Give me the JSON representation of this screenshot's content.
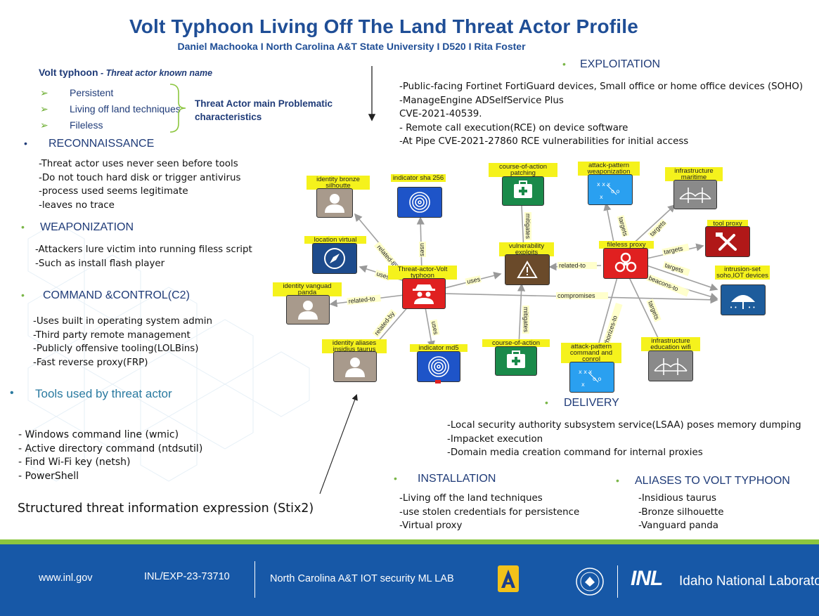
{
  "header": {
    "title": "Volt Typhoon Living Off The Land Threat Actor Profile",
    "subtitle": "Daniel Machooka I North Carolina A&T State University I D520 I Rita Foster"
  },
  "actor": {
    "name": "Volt typhoon",
    "name_suffix": " - Threat actor known name",
    "traits": [
      "Persistent",
      "Living off land techniques",
      "Fileless"
    ],
    "traits_label": "Threat Actor main Problematic characteristics"
  },
  "reconnaissance": {
    "heading": "RECONNAISSANCE",
    "lines": [
      "-Threat actor uses never seen before tools",
      "-Do not touch hard disk or trigger antivirus",
      "-process used seems legitimate",
      "-leaves no trace"
    ]
  },
  "weaponization": {
    "heading": "WEAPONIZATION",
    "lines": [
      "-Attackers lure victim into running filess script",
      "-Such as install flash player"
    ]
  },
  "c2": {
    "heading": "COMMAND &CONTROL(C2)",
    "lines": [
      "-Uses built in operating system admin",
      "-Third party remote management",
      "-Publicly offensive tooling(LOLBins)",
      "-Fast reverse proxy(FRP)"
    ]
  },
  "tools": {
    "heading": "Tools used by threat actor",
    "lines": [
      "- Windows command line (wmic)",
      "- Active directory command (ntdsutil)",
      "- Find Wi-Fi key (netsh)",
      "- PowerShell"
    ]
  },
  "stix_caption": "Structured threat information expression (Stix2)",
  "exploitation": {
    "heading": "EXPLOITATION",
    "lines": [
      "-Public-facing Fortinet FortiGuard devices, Small office or home office devices (SOHO)",
      "-ManageEngine ADSelfService Plus",
      "CVE-2021-40539.",
      "- Remote call execution(RCE) on device software",
      "-At Pipe CVE-2021-27860 RCE vulnerabilities for initial access"
    ]
  },
  "delivery": {
    "heading": "DELIVERY",
    "lines": [
      "-Local security authority subsystem service(LSAA) poses memory dumping",
      "-Impacket execution",
      "-Domain media creation command for internal proxies"
    ]
  },
  "installation": {
    "heading": "INSTALLATION",
    "lines": [
      "-Living off the land techniques",
      "-use stolen credentials for persistence",
      "-Virtual proxy"
    ]
  },
  "aliases": {
    "heading": "ALIASES TO VOLT TYPHOON",
    "lines": [
      "-Insidious taurus",
      "-Bronze silhouette",
      "-Vanguard panda"
    ]
  },
  "graph": {
    "nodes": {
      "identity_bronze": "identity bronze silhoutte",
      "indicator_sha": "indicator sha 256",
      "location_virtual": "location virtual",
      "threat_actor": "Threat-actor-Volt typhoon",
      "identity_vanguard": "identity vanguad panda",
      "identity_aliases": "identity aliases insidius taurus",
      "indicator_md5": "indicator md5",
      "course_patching": "course-of-action patching",
      "vuln_exploits": "vulnerability exploits",
      "course_action": "course-of-action",
      "attack_weaponization": "attack-pattern weaponization",
      "fileless_proxy": "fileless proxy",
      "attack_c2": "attack-pattern command and conrol",
      "infra_maritime": "infrastructure maritime",
      "tool_proxy": "tool proxy",
      "intrusion_set": "intrusion-set soho,IOT devices",
      "infra_education": "infrastructure education wifi"
    },
    "edges": {
      "related_to_1": "related-to",
      "uses_sha": "uses",
      "uses_loc": "uses",
      "related_to_vanguard": "related-to",
      "related_by": "related-by",
      "uses_md5": "uses",
      "uses_vuln": "uses",
      "mitigates_1": "mitigates",
      "mitigates_2": "mitigates",
      "related_to_fp": "related-to",
      "compromises": "compromises",
      "targets_1": "targets",
      "targets_2": "targets",
      "targets_3": "targets",
      "targets_4": "targets",
      "targets_5": "targets",
      "beacons_to": "beacons-to",
      "authorizes_to": "authorizes-to"
    }
  },
  "footer": {
    "website": "www.inl.gov",
    "doc_id": "INL/EXP-23-73710",
    "lab": "North Carolina A&T IOT security ML LAB",
    "inl_logo": "INL",
    "inl_name": "Idaho National Laboratory"
  },
  "colors": {
    "title_blue": "#1f4e96",
    "footer_blue": "#1758a7",
    "accent_green": "#8cc63f",
    "label_yellow": "#f5f21c",
    "actor_red": "#e02020"
  }
}
